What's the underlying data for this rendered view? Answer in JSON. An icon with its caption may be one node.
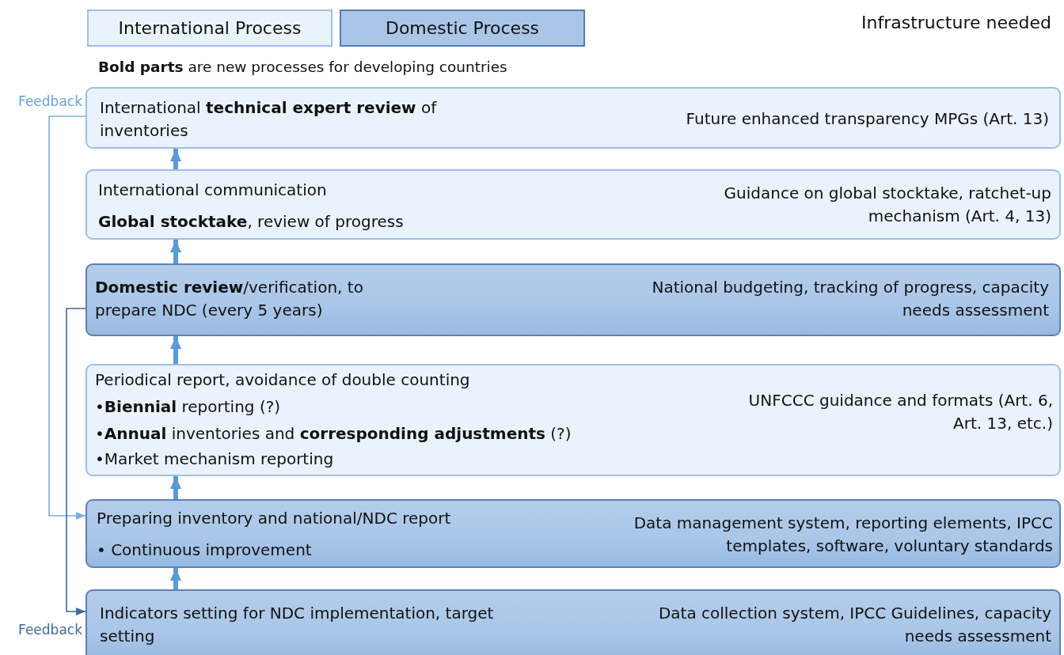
{
  "diagram": {
    "nodes": [
      {
        "text": [
          "International **technical expert review** of inventories",
          "Future enhanced transparency MPGs (Art. 13)"
        ]
      },
      {
        "text": [
          "International communication",
          "**Global stocktake**, review of progress",
          "Guidance on global stocktake, ratchet-up mechanism (Art. 4, 13)"
        ]
      },
      {
        "text": [
          "**Domestic review**/verification, to prepare NDC (every 5 years)",
          "National budgeting, tracking of progress, capacity needs assessment"
        ]
      },
      {
        "text": [
          "Periodical report, avoidance of double counting",
          "•**Biennial** reporting (?)",
          "•**Annual** inventories and **corresponding adjustments** (?)",
          "•Market mechanism reporting",
          "UNFCCC guidance and formats (Art. 6, Art. 13, etc.)"
        ]
      },
      {
        "text": [
          "Preparing inventory and national/NDC report",
          "• Continuous improvement",
          "Data management system, reporting elements, IPCC templates, software, voluntary standards"
        ]
      },
      {
        "text": [
          "Indicators setting for NDC implementation, target setting",
          "Data collection system, IPCC Guidelines, capacity needs assessment"
        ]
      }
    ],
    "edges": [
      {
        "from": 5,
        "to": 4,
        "arrow": "to"
      },
      {
        "from": 4,
        "to": 3,
        "arrow": "to"
      },
      {
        "from": 3,
        "to": 2,
        "arrow": "to"
      },
      {
        "from": 2,
        "to": 1,
        "arrow": "to"
      },
      {
        "from": 1,
        "to": 0,
        "arrow": "to"
      },
      {
        "from": 0,
        "to": 4,
        "arrow": "to",
        "color": "#7aaee0"
      },
      {
        "from": 2,
        "to": 5,
        "arrow": "to",
        "color": "#3f6a9a"
      }
    ],
    "labels": [
      "Infrastructure needed",
      "**Bold parts** are new processes for developing countries",
      "Feedback",
      "Feedback"
    ],
    "legend": [
      {
        "text": "International Process",
        "color": "#eaf2fb"
      },
      {
        "text": "Domestic Process",
        "color": "#a9c6e8"
      }
    ]
  }
}
